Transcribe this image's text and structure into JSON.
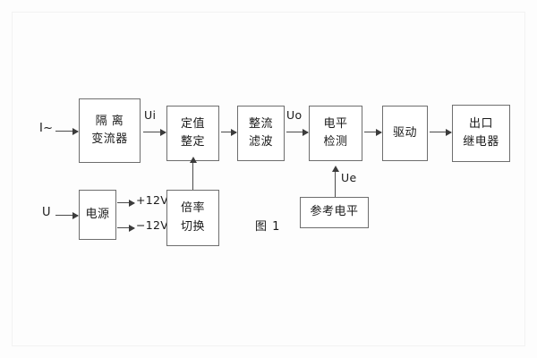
{
  "diagram": {
    "caption": "图 1",
    "blocks": [
      {
        "id": "isolation-ct",
        "lines": [
          "隔 离",
          "变流器"
        ]
      },
      {
        "id": "setting-value",
        "lines": [
          "定值",
          "整定"
        ]
      },
      {
        "id": "rectify-filter",
        "lines": [
          "整流",
          "滤波"
        ]
      },
      {
        "id": "level-detect",
        "lines": [
          "电平",
          "检测"
        ]
      },
      {
        "id": "drive",
        "lines": [
          "驱动"
        ]
      },
      {
        "id": "output-relay",
        "lines": [
          "出口",
          "继电器"
        ]
      },
      {
        "id": "power-supply",
        "lines": [
          "电源"
        ]
      },
      {
        "id": "multiplier-switch",
        "lines": [
          "倍率",
          "切换"
        ]
      },
      {
        "id": "reference-level",
        "lines": [
          "参考电平"
        ]
      }
    ],
    "signals": {
      "current_input": "I~",
      "voltage_input": "U",
      "ui": "Ui",
      "uo": "Uo",
      "ue": "Ue",
      "rail_positive": "+12V",
      "rail_negative": "−12V"
    }
  }
}
